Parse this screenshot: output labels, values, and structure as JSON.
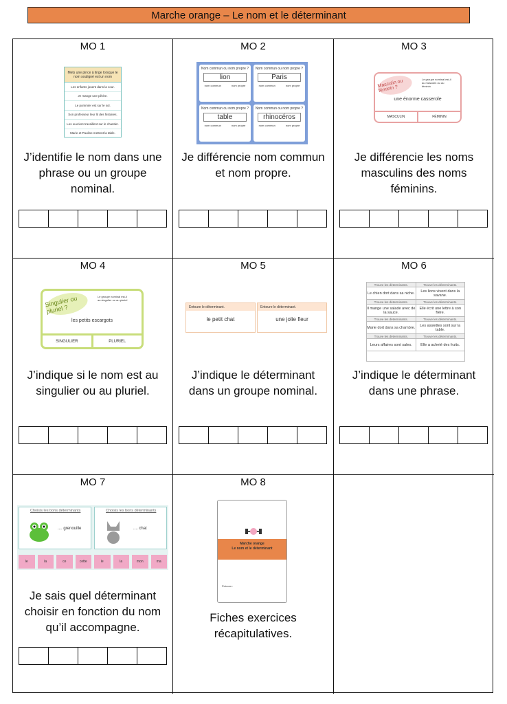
{
  "header": {
    "title": "Marche orange – Le nom et le déterminant"
  },
  "cells": [
    {
      "title": "MO 1",
      "desc": "J’identifie le nom dans une phrase ou un groupe nominal.",
      "thumb": {
        "top": "Mets une pince à linge lorsque le nom souligné est un nom",
        "rows": [
          "Les enfants jouent dans la cour.",
          "Je mange une pêche.",
          "Le pommier est sur le sol.",
          "Son professeur leur lit des histoires.",
          "Les ouvriers travaillent sur le chantier.",
          "Marie et Pauline mettent la table."
        ]
      }
    },
    {
      "title": "MO 2",
      "desc": "Je différencie nom commun et nom propre.",
      "thumb": {
        "question": "Nom commun ou nom propre ?",
        "words": [
          "lion",
          "Paris",
          "table",
          "rhinocéros"
        ],
        "a": "nom commun",
        "b": "nom propre"
      }
    },
    {
      "title": "MO 3",
      "desc": "Je différencie les noms masculins des noms féminins.",
      "thumb": {
        "bubble": "Masculin ou féminin ?",
        "info": "Le groupe nominal est-il au masculin ou au féminin",
        "phrase": "une énorme casserole",
        "a": "MASCULIN",
        "b": "FÉMININ"
      }
    },
    {
      "title": "MO 4",
      "desc": "J’indique si le nom est au singulier ou au pluriel.",
      "thumb": {
        "bubble": "Singulier ou pluriel ?",
        "info": "Le groupe nominal est-il au singulier ou au pluriel",
        "phrase": "les petits escargots",
        "a": "SINGULIER",
        "b": "PLURIEL"
      }
    },
    {
      "title": "MO 5",
      "desc": "J’indique le déterminant dans un groupe nominal.",
      "thumb": {
        "header": "Entoure le déterminant.",
        "phrases": [
          "le petit chat",
          "une jolie fleur"
        ]
      }
    },
    {
      "title": "MO 6",
      "desc": "J’indique le déterminant dans une phrase.",
      "thumb": {
        "header": "Trouve les déterminants.",
        "rows": [
          [
            "Le chien dort dans sa niche.",
            "Les lions vivent dans la savane."
          ],
          [
            "Il mange une salade avec de la sauce.",
            "Elle écrit une lettre à son frère."
          ],
          [
            "Marie dort dans sa chambre.",
            "Les assiettes sont sur la table."
          ],
          [
            "Leurs affaires sont sales.",
            "Elle a acheté des fruits."
          ]
        ]
      }
    },
    {
      "title": "MO 7",
      "desc": "Je sais quel déterminant choisir en fonction du nom qu’il accompagne.",
      "thumb": {
        "title": "Choisis les bons déterminants",
        "words": [
          ".... grenouille",
          ".... chat"
        ],
        "pills": [
          "le",
          "la",
          "ce",
          "cette",
          "le",
          "la",
          "mon",
          "ma"
        ]
      }
    },
    {
      "title": "MO 8",
      "desc": "Fiches exercices récapitulatives.",
      "thumb": {
        "line1": "Marche orange",
        "line2": "Le nom et le déterminant",
        "date": "Prénom :"
      }
    }
  ]
}
